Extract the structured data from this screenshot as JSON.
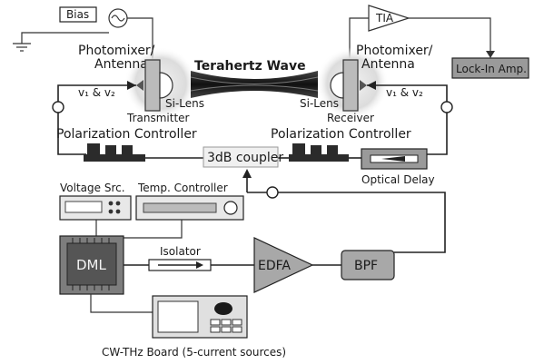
{
  "labels": {
    "bias": "Bias",
    "tia": "TIA",
    "lockin": "Lock-In Amp.",
    "photomixer_tx": [
      "Photomixer/",
      "Antenna"
    ],
    "photomixer_rx": [
      "Photomixer/",
      "Antenna"
    ],
    "terahertz_wave": "Terahertz Wave",
    "si_lens_tx": "Si-Lens",
    "si_lens_rx": "Si-Lens",
    "transmitter": "Transmitter",
    "receiver": "Receiver",
    "v1v2_left": "v₁ & v₂",
    "v1v2_right": "v₁ & v₂",
    "pol_ctrl_left": "Polarization Controller",
    "pol_ctrl_right": "Polarization Controller",
    "coupler": "3dB coupler",
    "optical_delay": "Optical Delay",
    "voltage_src": "Voltage Src.",
    "temp_ctrl": "Temp. Controller",
    "dml": "DML",
    "isolator": "Isolator",
    "edfa": "EDFA",
    "bpf": "BPF",
    "cw_board": "CW-THz Board (5-current sources)"
  },
  "colors": {
    "box_gray": "#9a9a9a",
    "dark": "#2b2b2b",
    "edfa_fill": "#a8a8a8",
    "coupler_fill": "#f0f0f0",
    "lens_glow": "#d9d9d9"
  }
}
